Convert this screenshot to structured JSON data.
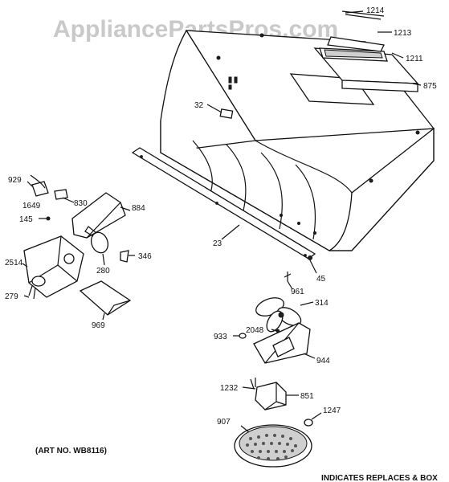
{
  "watermark": "AppliancePartsPros.com",
  "art_number": "(ART NO. WB8116)",
  "footer_text": "INDICATES REPLACES & BOX",
  "parts": {
    "p1214": "1214",
    "p1213": "1213",
    "p1211": "1211",
    "p875": "875",
    "p32": "32",
    "p23": "23",
    "p45": "45",
    "p961": "961",
    "p929": "929",
    "p1649": "1649",
    "p830": "830",
    "p145": "145",
    "p884": "884",
    "p2514": "2514",
    "p346": "346",
    "p280": "280",
    "p279": "279",
    "p969": "969",
    "p314": "314",
    "p933": "933",
    "p2048": "2048",
    "p944": "944",
    "p1232": "1232",
    "p851": "851",
    "p907": "907",
    "p1247": "1247"
  }
}
